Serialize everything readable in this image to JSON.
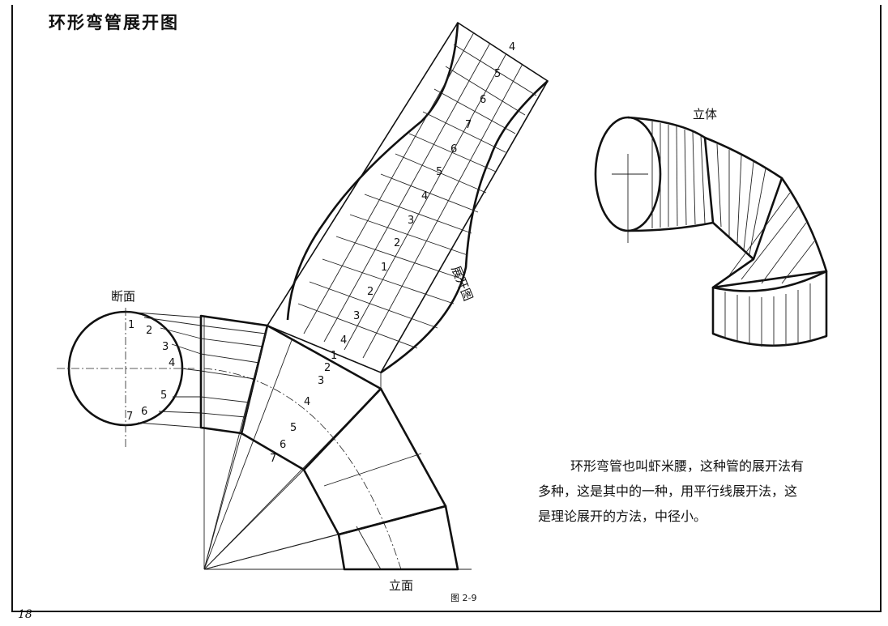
{
  "title": "环形弯管展开图",
  "page_number": "18",
  "figure_number": "图 2-9",
  "labels": {
    "section": "断面",
    "elevation": "立面",
    "solid": "立体",
    "development": "展开图"
  },
  "description": {
    "line1": "环形弯管也叫虾米腰，这种管的展开法有",
    "line2": "多种，这是其中的一种，用平行线展开法，这",
    "line3": "是理论展开的方法，中径小。"
  },
  "circle_numbers": [
    "1",
    "2",
    "3",
    "4",
    "5",
    "6",
    "7"
  ],
  "strip_numbers": [
    "4",
    "5",
    "6",
    "7",
    "6",
    "5",
    "4",
    "3",
    "2",
    "1",
    "2",
    "3",
    "4"
  ],
  "segment_numbers": [
    "1",
    "2",
    "3",
    "4",
    "5",
    "6",
    "7"
  ]
}
